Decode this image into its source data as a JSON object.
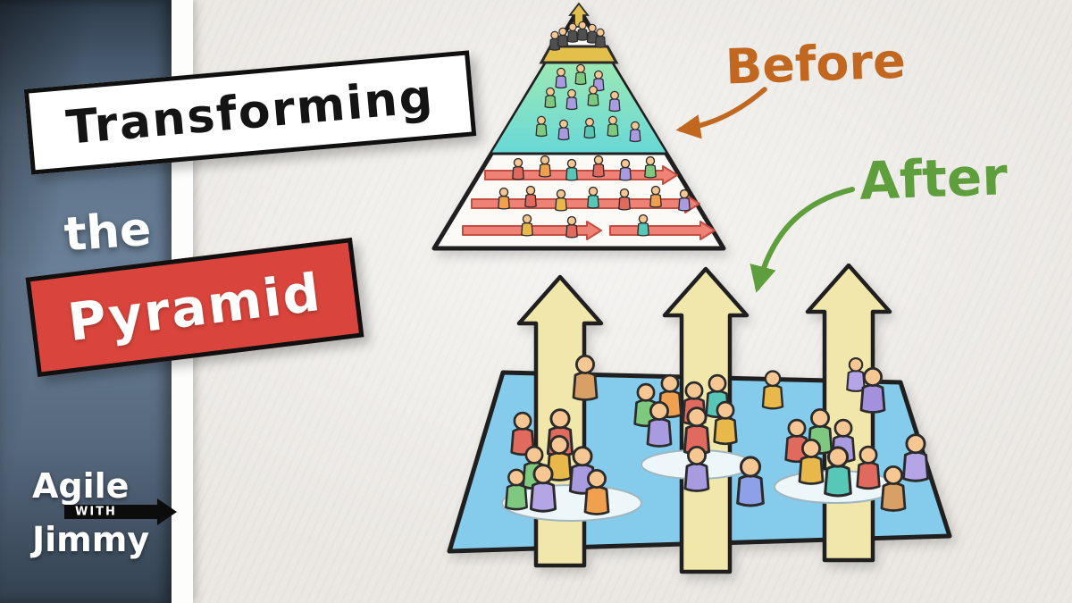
{
  "title": {
    "line1": "Transforming",
    "line2": "the",
    "line3": "Pyramid"
  },
  "annotations": {
    "before": "Before",
    "after": "After"
  },
  "logo": {
    "top": "Agile",
    "middle": "WITH",
    "bottom": "Jimmy"
  },
  "colors": {
    "title_box_bg": "#ffffff",
    "pyramid_box_bg": "#d9453c",
    "before_label": "#c2671f",
    "after_label": "#5f9e3c",
    "sidebar_blue": "#5d7288",
    "paper_bg": "#ebe8e3",
    "plane_blue": "#85ccec",
    "big_arrow_cream": "#f1e7ab",
    "pyramid_top_gold": "#e3c04c",
    "pyramid_middle_teal": "#8ce4c4",
    "flow_arrow_red": "#ef8276"
  }
}
